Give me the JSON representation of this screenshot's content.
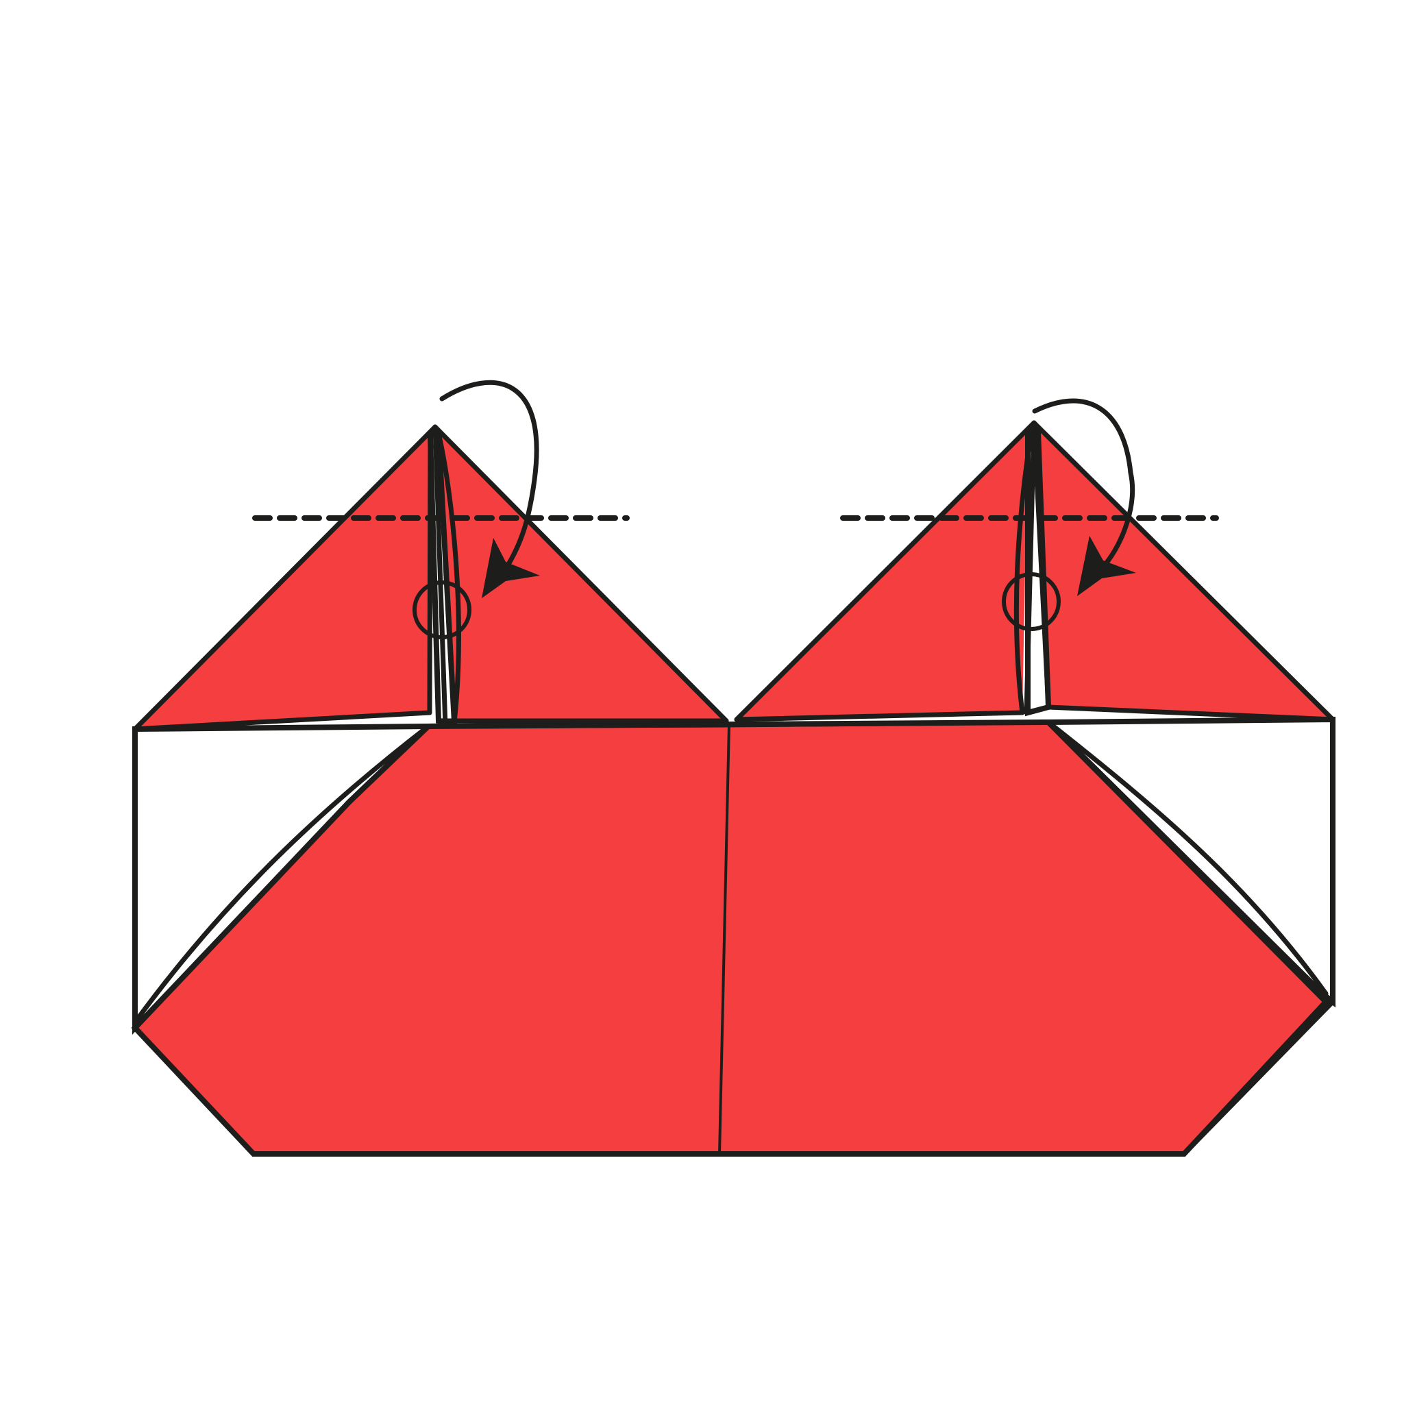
{
  "diagram": {
    "type": "origami-fold-instruction",
    "colors": {
      "paper_front": "#f53e3f",
      "paper_back": "#ffffff",
      "line": "#1d1d1b",
      "background": "#ffffff"
    },
    "steps": [
      {
        "id": "left-ear",
        "instruction": "valley-fold-tip-down",
        "symbols": [
          "valley-fold-dashed-line",
          "curved-fold-arrow",
          "pivot-circle"
        ]
      },
      {
        "id": "right-ear",
        "instruction": "valley-fold-tip-down",
        "symbols": [
          "valley-fold-dashed-line",
          "curved-fold-arrow",
          "pivot-circle"
        ]
      }
    ],
    "icons": {
      "left_arrow": "curved-fold-arrow-icon",
      "right_arrow": "curved-fold-arrow-icon",
      "pivot": "circle-marker-icon"
    }
  }
}
